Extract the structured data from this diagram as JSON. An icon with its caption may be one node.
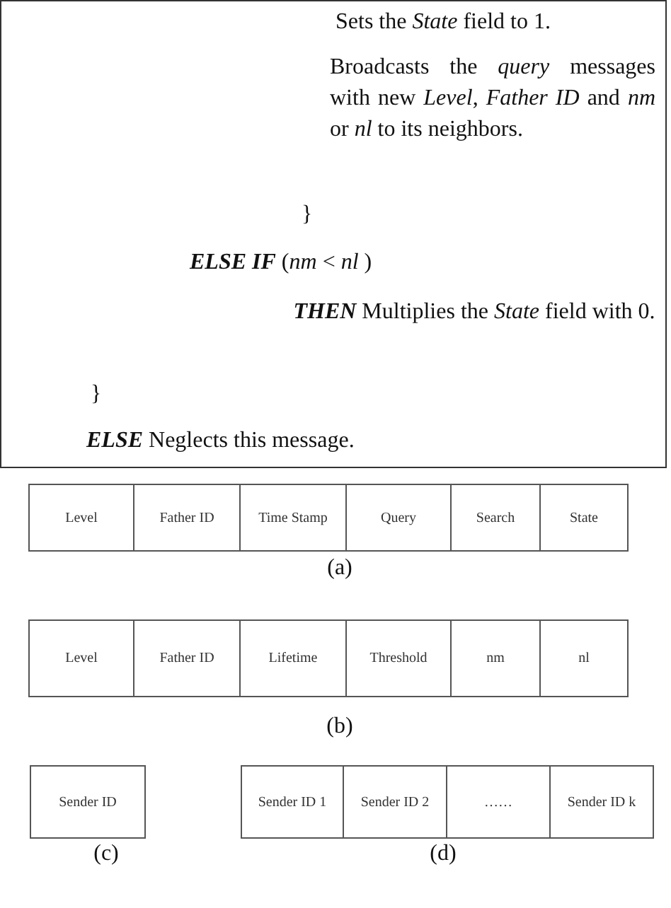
{
  "diagram": {
    "nodes": [
      {
        "text": [
          "Sets the *State* field to 1.",
          "Broadcasts the *query* messages with new *Level*, *Father ID* and *nm* or *nl* to its neighbors.",
          "}",
          "**ELSE IF** (*nm* < *nl* )",
          "**THEN** Multiplies the *State* field with 0.",
          "}",
          "**ELSE** Neglects this message."
        ]
      },
      {
        "text": [
          "Level"
        ]
      },
      {
        "text": [
          "Father ID"
        ]
      },
      {
        "text": [
          "Time Stamp"
        ]
      },
      {
        "text": [
          "Query"
        ]
      },
      {
        "text": [
          "Search"
        ]
      },
      {
        "text": [
          "State"
        ]
      },
      {
        "text": [
          "Level"
        ]
      },
      {
        "text": [
          "Father ID"
        ]
      },
      {
        "text": [
          "Lifetime"
        ]
      },
      {
        "text": [
          "Threshold"
        ]
      },
      {
        "text": [
          "nm"
        ]
      },
      {
        "text": [
          "nl"
        ]
      },
      {
        "text": [
          "Sender ID"
        ]
      },
      {
        "text": [
          "Sender ID 1"
        ]
      },
      {
        "text": [
          "Sender ID 2"
        ]
      },
      {
        "text": [
          "……"
        ]
      },
      {
        "text": [
          "Sender ID k"
        ]
      }
    ],
    "edges": [],
    "labels": [
      "(a)",
      "(b)",
      "(c)",
      "(d)"
    ]
  }
}
